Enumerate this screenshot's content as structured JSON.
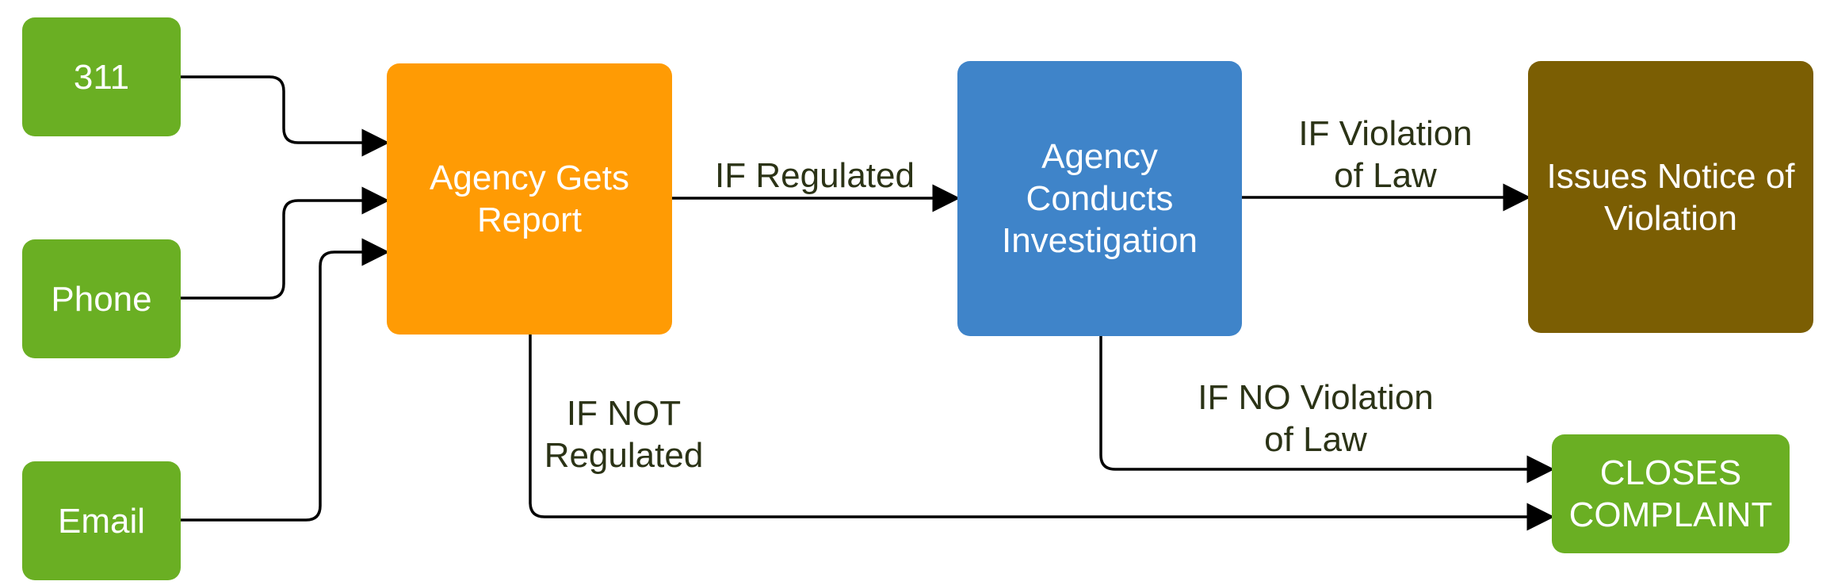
{
  "colors": {
    "source_green": "#6aaf23",
    "agency_orange": "#ff9b04",
    "investigation_blue": "#3f84c9",
    "notice_brown": "#7b5e03",
    "closes_green": "#6aaf23",
    "arrow": "#000000",
    "edge_label_text": "#2b3316"
  },
  "nodes": {
    "source_311": {
      "label": "311"
    },
    "source_phone": {
      "label": "Phone"
    },
    "source_email": {
      "label": "Email"
    },
    "agency_gets_report": {
      "label": "Agency Gets Report"
    },
    "agency_conducts_investigation": {
      "label": "Agency Conducts Investigation"
    },
    "issues_notice": {
      "label": "Issues Notice of Violation"
    },
    "closes_complaint": {
      "label": "CLOSES COMPLAINT"
    }
  },
  "edges": {
    "if_regulated": {
      "label": "IF Regulated"
    },
    "if_violation": {
      "label": "IF Violation of Law"
    },
    "if_no_violation": {
      "label": "IF NO Violation of Law"
    },
    "if_not_regulated": {
      "label": "IF NOT Regulated"
    }
  }
}
